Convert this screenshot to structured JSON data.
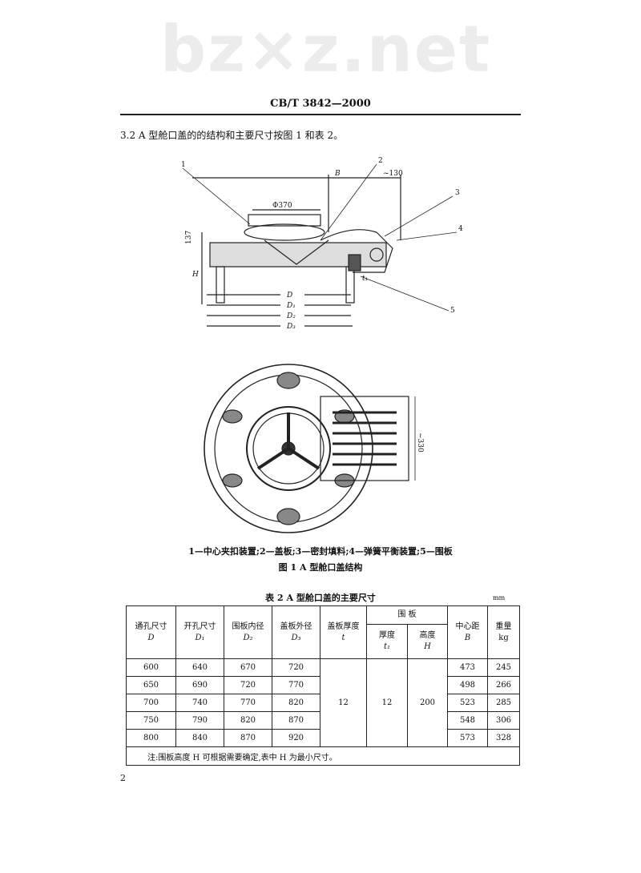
{
  "header": {
    "standard_no": "CB/T 3842—2000"
  },
  "watermark": "bz×z.net",
  "section": {
    "text": "3.2  A 型舱口盖的的结构和主要尺寸按图 1 和表 2。"
  },
  "figure": {
    "labels": {
      "l1": "1",
      "l2": "2",
      "l3": "3",
      "l4": "4",
      "l5": "5",
      "B": "B",
      "a130": "~130",
      "phi370": "Φ370",
      "d137": "137",
      "H": "H",
      "D": "D",
      "D1": "D₁",
      "D2": "D₂",
      "D3": "D₃",
      "t1": "t₁",
      "a330": "~330"
    },
    "legend": "1—中心夹扣装置;2—盖板;3—密封填料;4—弹簧平衡装置;5—围板",
    "caption": "图 1  A 型舱口盖结构"
  },
  "table": {
    "title": "表 2  A 型舱口盖的主要尺寸",
    "unit": "mm",
    "headers": {
      "c1": "通孔尺寸",
      "c1s": "D",
      "c2": "开孔尺寸",
      "c2s": "D₁",
      "c3": "围板内径",
      "c3s": "D₂",
      "c4": "盖板外径",
      "c4s": "D₃",
      "c5": "盖板厚度",
      "c5s": "t",
      "group": "围  板",
      "g1": "厚度",
      "g1s": "t₁",
      "g2": "高度",
      "g2s": "H",
      "c8": "中心距",
      "c8s": "B",
      "c9": "重量",
      "c9s": "kg"
    },
    "rows": [
      [
        "600",
        "640",
        "670",
        "720",
        "473",
        "245"
      ],
      [
        "650",
        "690",
        "720",
        "770",
        "498",
        "266"
      ],
      [
        "700",
        "740",
        "770",
        "820",
        "523",
        "285"
      ],
      [
        "750",
        "790",
        "820",
        "870",
        "548",
        "306"
      ],
      [
        "800",
        "840",
        "870",
        "920",
        "573",
        "328"
      ]
    ],
    "merged": {
      "t": "12",
      "t1": "12",
      "H": "200"
    },
    "note": "注:围板高度 H 可根据需要确定,表中 H 为最小尺寸。"
  },
  "page_number": "2"
}
